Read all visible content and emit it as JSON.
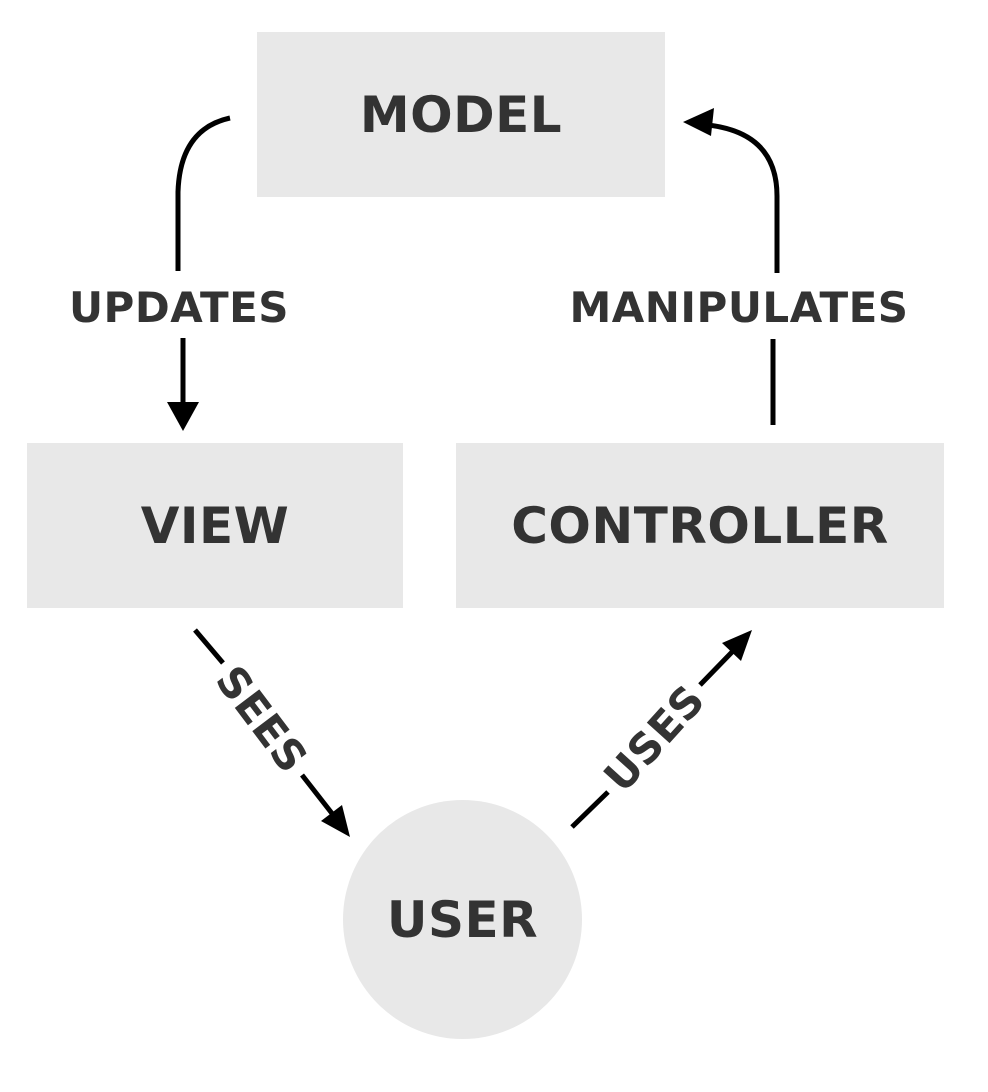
{
  "diagram": {
    "colors": {
      "background": "#ffffff",
      "node_fill": "#e8e8e8",
      "text": "#333333",
      "arrow": "#000000"
    },
    "nodes": {
      "model": {
        "label": "MODEL"
      },
      "view": {
        "label": "VIEW"
      },
      "controller": {
        "label": "CONTROLLER"
      },
      "user": {
        "label": "USER"
      }
    },
    "edges": {
      "updates": {
        "label": "UPDATES",
        "from": "model",
        "to": "view"
      },
      "manipulates": {
        "label": "MANIPULATES",
        "from": "controller",
        "to": "model"
      },
      "sees": {
        "label": "SEES",
        "from": "view",
        "to": "user"
      },
      "uses": {
        "label": "USES",
        "from": "user",
        "to": "controller"
      }
    }
  }
}
